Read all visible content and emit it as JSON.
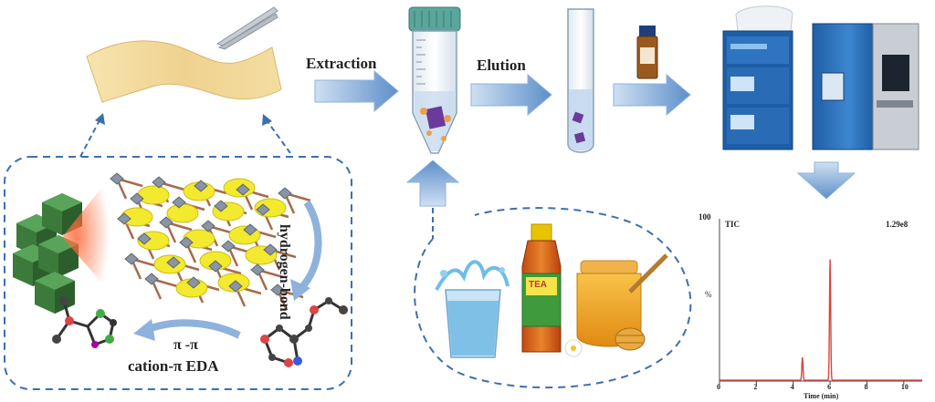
{
  "labels": {
    "extraction": "Extraction",
    "elution": "Elution",
    "hydrogen_bond": "hydrogen-bond",
    "pi_pi": "π -π",
    "cation_pi": "cation-π EDA",
    "tea_brand": "TEA"
  },
  "chromatogram": {
    "y_top_label": "100",
    "y_unit_label": "%",
    "trace_label": "TIC",
    "intensity": "1.29e8",
    "x_label": "Time (min)",
    "x_ticks": [
      "0",
      "2",
      "4",
      "6",
      "8",
      "10"
    ],
    "trace_color": "#d9453b",
    "chart_data": {
      "type": "line",
      "x_range": [
        0,
        11
      ],
      "y_range": [
        0,
        100
      ],
      "peaks": [
        {
          "x": 4.5,
          "y": 16
        },
        {
          "x": 6.0,
          "y": 85
        }
      ]
    }
  },
  "colors": {
    "arrow_blue": "#6f9ed2",
    "dashed_blue": "#3b6fb0",
    "mof_yellow": "#f3ea2e",
    "mof_grey": "#8a94a3",
    "mof_brown": "#a86a4a",
    "paper": "#f1d89a",
    "instrument_blue": "#2d6fb7"
  }
}
